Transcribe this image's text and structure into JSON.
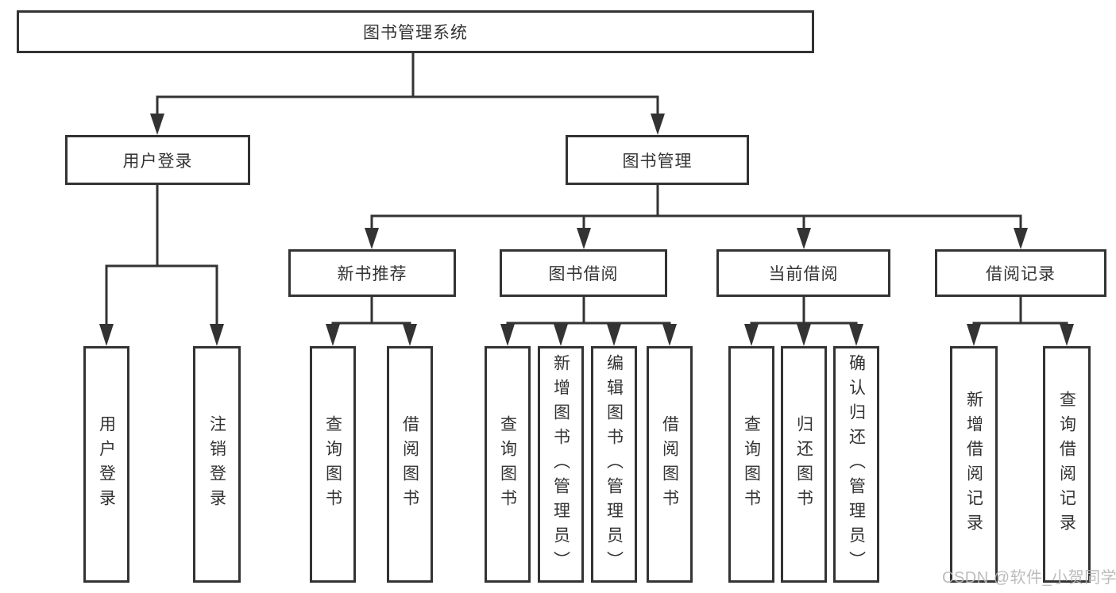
{
  "tree": {
    "root": {
      "label": "图书管理系统"
    },
    "level2": [
      {
        "label": "用户登录"
      },
      {
        "label": "图书管理"
      }
    ],
    "level3": [
      {
        "label": "新书推荐"
      },
      {
        "label": "图书借阅"
      },
      {
        "label": "当前借阅"
      },
      {
        "label": "借阅记录"
      }
    ],
    "leaves": [
      {
        "label": "用户登录"
      },
      {
        "label": "注销登录"
      },
      {
        "label": "查询图书"
      },
      {
        "label": "借阅图书"
      },
      {
        "label": "查询图书"
      },
      {
        "label": "新增图书（管理员）"
      },
      {
        "label": "编辑图书（管理员）"
      },
      {
        "label": "借阅图书"
      },
      {
        "label": "查询图书"
      },
      {
        "label": "归还图书"
      },
      {
        "label": "确认归还（管理员）"
      },
      {
        "label": "新增借阅记录"
      },
      {
        "label": "查询借阅记录"
      }
    ]
  },
  "watermark": "CSDN @软件_小贺同学",
  "colors": {
    "line": "#333333",
    "text": "#333333",
    "watermark": "#b5b5b5",
    "background": "#ffffff"
  }
}
